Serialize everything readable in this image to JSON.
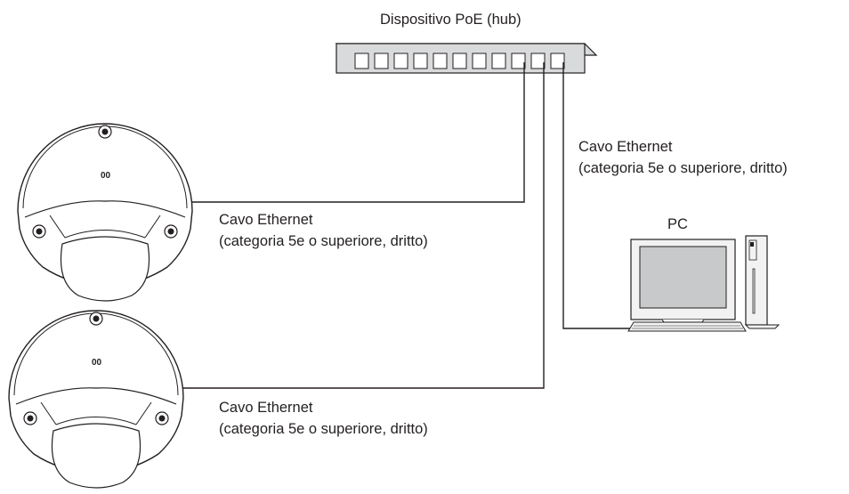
{
  "hub": {
    "label": "Dispositivo PoE (hub)"
  },
  "pc": {
    "label": "PC"
  },
  "cables": [
    {
      "line1": "Cavo Ethernet",
      "line2": "(categoria 5e o superiore, dritto)"
    },
    {
      "line1": "Cavo Ethernet",
      "line2": "(categoria 5e o superiore, dritto)"
    },
    {
      "line1": "Cavo Ethernet",
      "line2": "(categoria 5e o superiore, dritto)"
    }
  ],
  "cameras": [
    {
      "mark": "00"
    },
    {
      "mark": "00"
    }
  ],
  "colors": {
    "line": "#231f20",
    "hub_fill": "#d9dadb",
    "screen": "#c8c9ca",
    "pc_body": "#f2f2f2"
  }
}
